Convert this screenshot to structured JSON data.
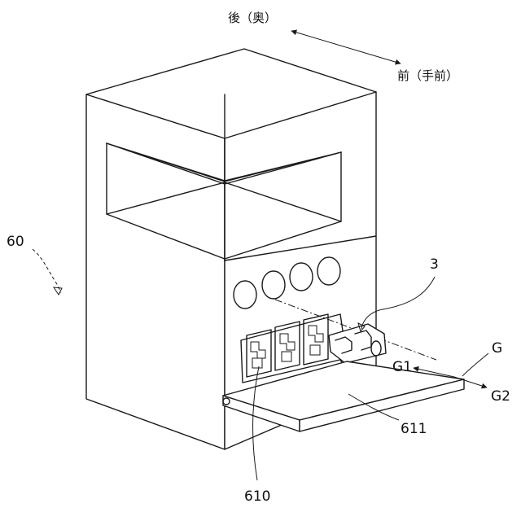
{
  "directions": {
    "rear": "後（奥）",
    "front": "前（手前）"
  },
  "labels": {
    "apparatus": "60",
    "unit": "3",
    "cartridge_rack": "610",
    "tray": "611",
    "direction_axis": "G",
    "direction_insert": "G1",
    "direction_remove": "G2"
  },
  "colors": {
    "line": "#1a1a1a",
    "background": "#ffffff"
  }
}
